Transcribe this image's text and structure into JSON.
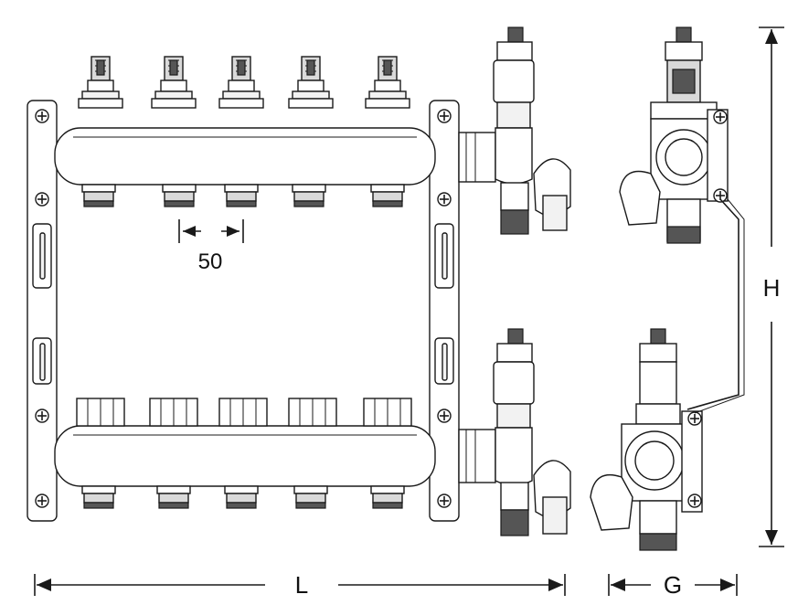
{
  "drawing": {
    "dimensions": {
      "spacing": "50",
      "length": "L",
      "height": "H",
      "depth": "G"
    }
  }
}
